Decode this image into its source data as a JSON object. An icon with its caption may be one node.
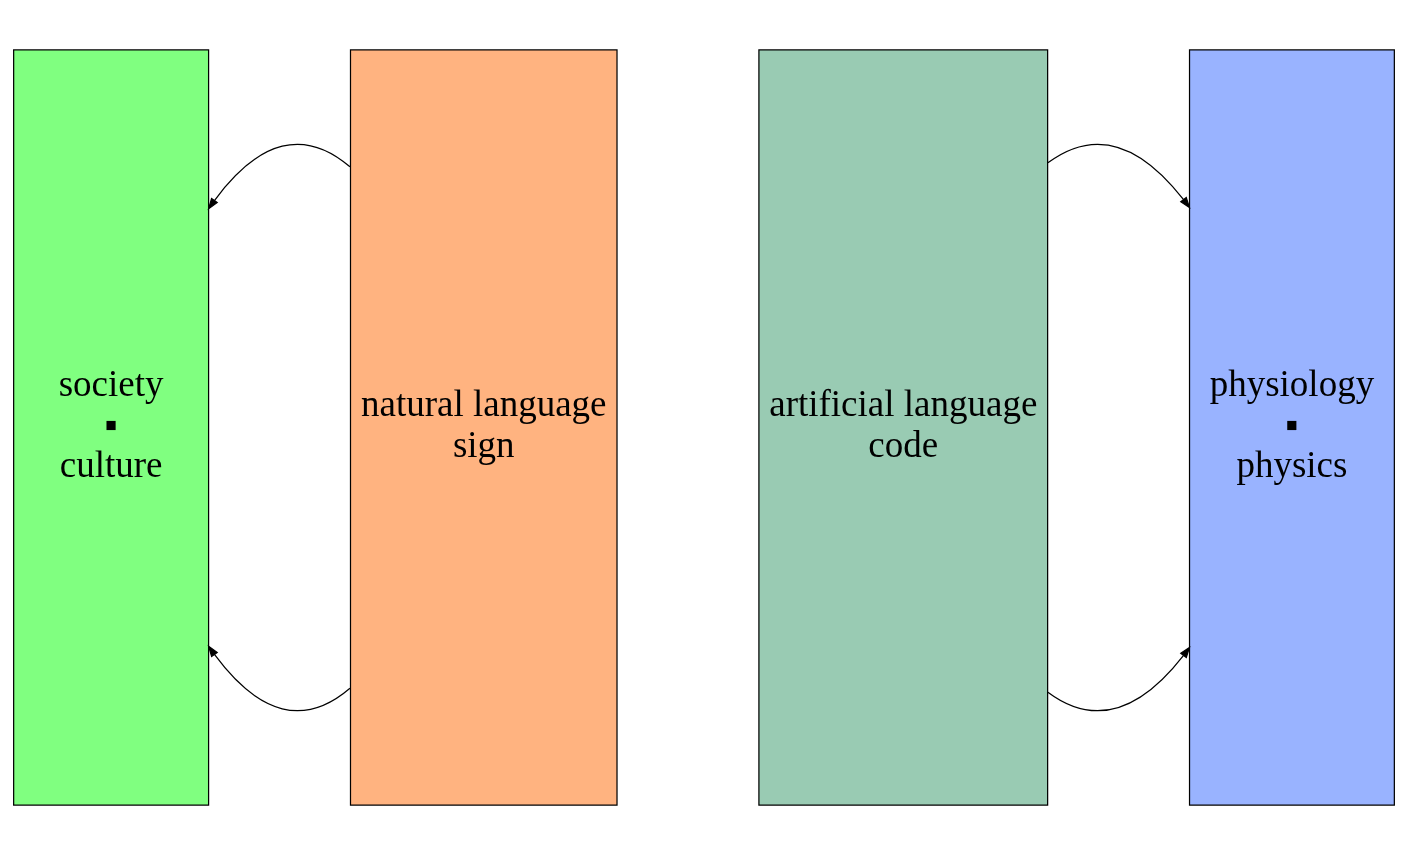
{
  "diagram": {
    "nodes": [
      {
        "text": [
          "society",
          "▪",
          "culture"
        ]
      },
      {
        "text": [
          "natural language",
          "sign"
        ]
      },
      {
        "text": [
          "artificial language",
          "code"
        ]
      },
      {
        "text": [
          "physiology",
          "▪",
          "physics"
        ]
      }
    ],
    "edges": [
      {
        "from": 1,
        "to": 0,
        "arrow": "to"
      },
      {
        "from": 1,
        "to": 0,
        "arrow": "to"
      },
      {
        "from": 2,
        "to": 3,
        "arrow": "to"
      },
      {
        "from": 2,
        "to": 3,
        "arrow": "to"
      }
    ]
  }
}
